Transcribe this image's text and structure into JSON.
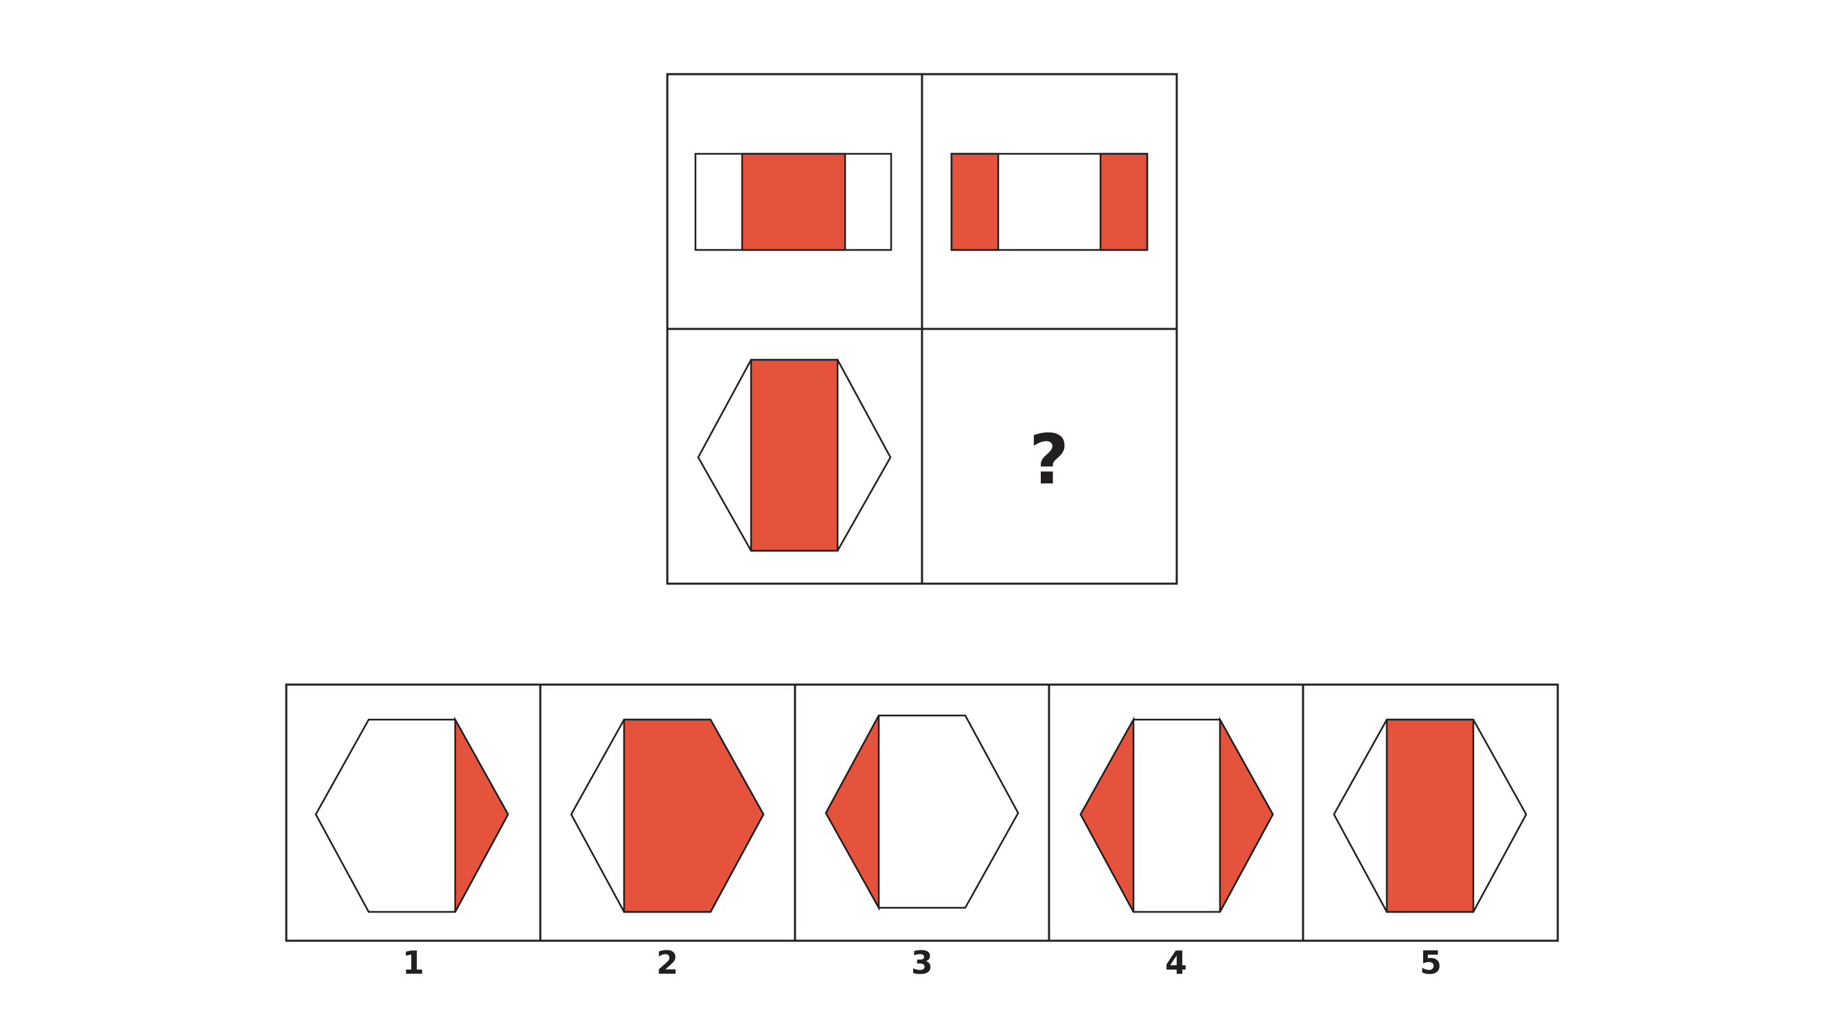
{
  "colors": {
    "fill": "#e5533d",
    "stroke": "#231f20",
    "background": "#ffffff"
  },
  "matrix": {
    "missing_symbol": "?"
  },
  "options": [
    {
      "label": "1"
    },
    {
      "label": "2"
    },
    {
      "label": "3"
    },
    {
      "label": "4"
    },
    {
      "label": "5"
    }
  ]
}
